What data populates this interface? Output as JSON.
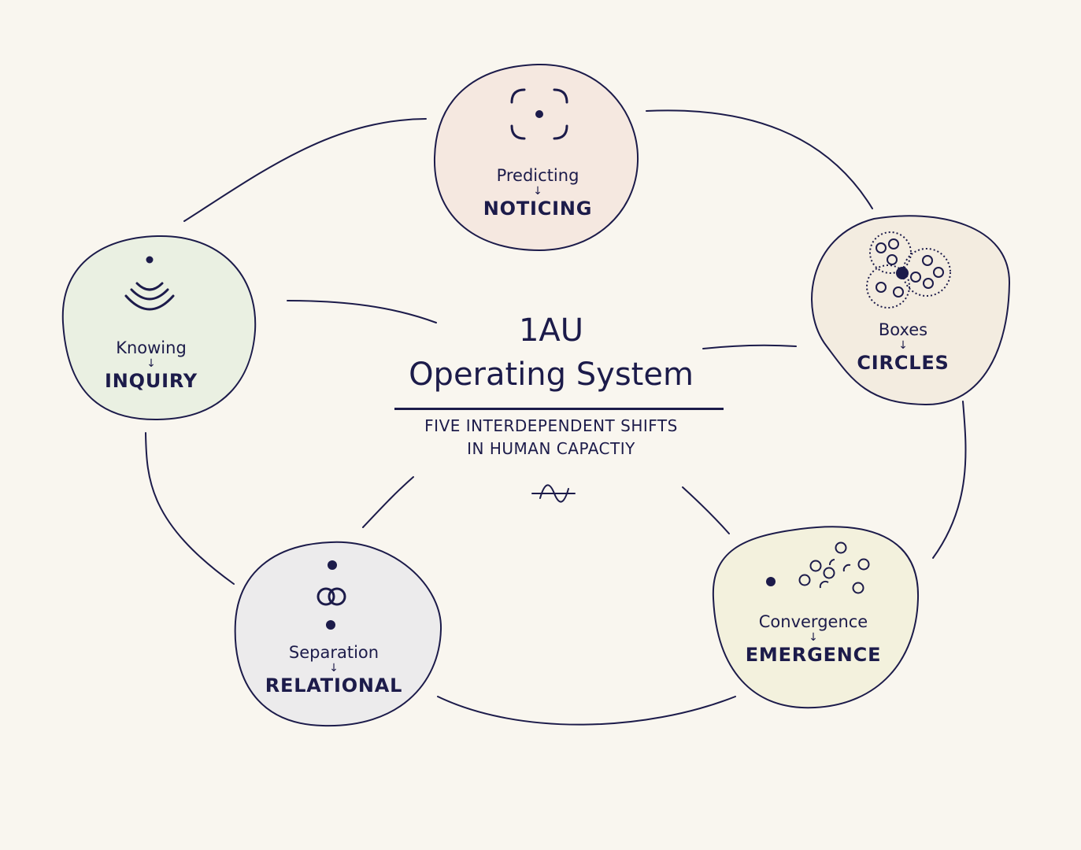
{
  "title_line1": "1AU",
  "title_line2": "Operating System",
  "subtitle_line1": "FIVE INTERDEPENDENT SHIFTS",
  "subtitle_line2": "IN HUMAN CAPACTIY",
  "arrow_glyph": "↓",
  "shifts": [
    {
      "from": "Predicting",
      "to": "NOTICING",
      "color": "#f5e8e0",
      "icon": "focus-dot-icon"
    },
    {
      "from": "Boxes",
      "to": "CIRCLES",
      "color": "#f3ece0",
      "icon": "overlapping-circles-icon"
    },
    {
      "from": "Convergence",
      "to": "EMERGENCE",
      "color": "#f3f1dd",
      "icon": "scattered-dots-icon"
    },
    {
      "from": "Separation",
      "to": "RELATIONAL",
      "color": "#ecebec",
      "icon": "linked-rings-icon"
    },
    {
      "from": "Knowing",
      "to": "INQUIRY",
      "color": "#eaf0e2",
      "icon": "waves-icon"
    }
  ],
  "colors": {
    "ink": "#1c1b4a",
    "background": "#f9f6ef"
  }
}
